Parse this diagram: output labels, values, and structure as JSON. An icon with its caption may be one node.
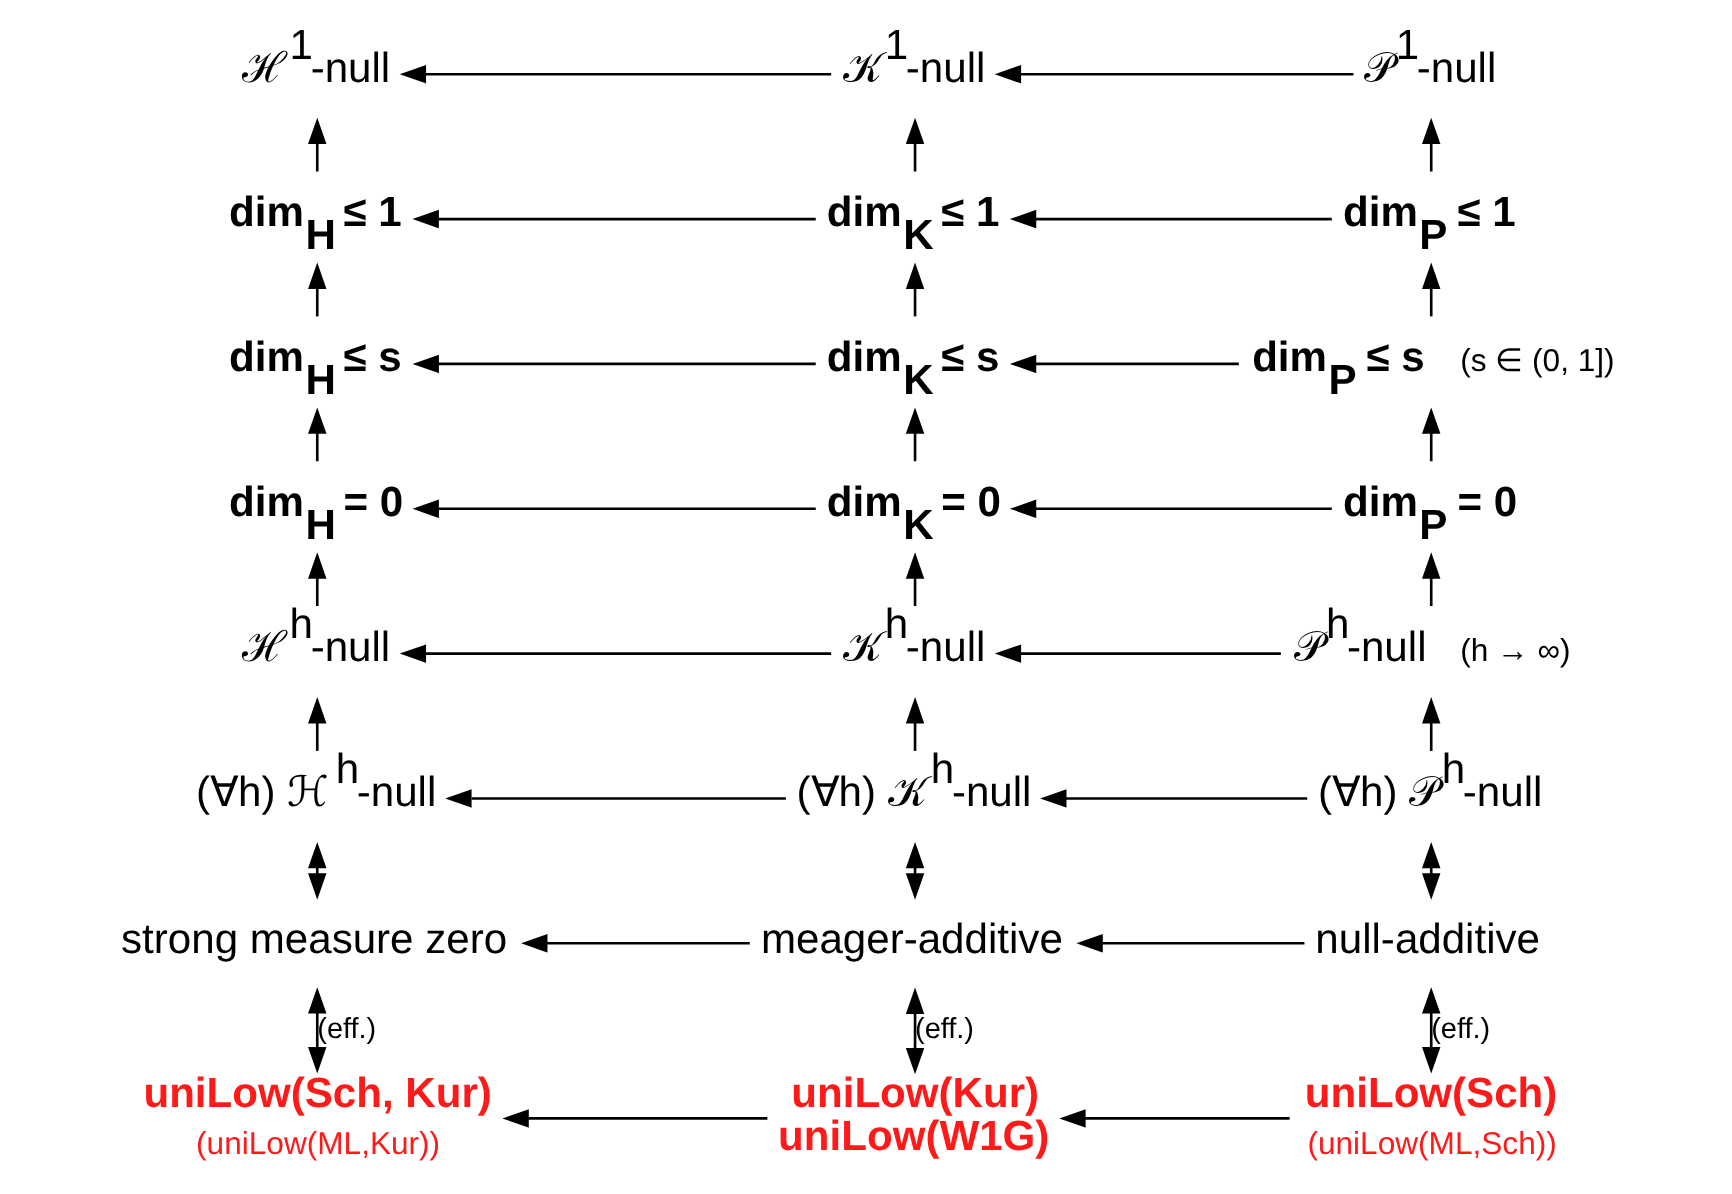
{
  "diagram": {
    "nodes": [
      {
        "text": [
          "ℋ$^{1}$-null"
        ]
      },
      {
        "text": [
          "𝒦$^{1}$-null"
        ]
      },
      {
        "text": [
          "𝒫$^{1}$-null"
        ]
      },
      {
        "text": [
          "dim$_{H}$ ≤ 1"
        ]
      },
      {
        "text": [
          "dim$_{K}$ ≤ 1"
        ]
      },
      {
        "text": [
          "dim$_{P}$ ≤ 1"
        ]
      },
      {
        "text": [
          "dim$_{H}$ ≤ s"
        ]
      },
      {
        "text": [
          "dim$_{K}$ ≤ s"
        ]
      },
      {
        "text": [
          "dim$_{P}$ ≤ s"
        ],
        "beside": [
          "(s ∈ (0, 1])"
        ]
      },
      {
        "text": [
          "dim$_{H}$ = 0"
        ]
      },
      {
        "text": [
          "dim$_{K}$ = 0"
        ]
      },
      {
        "text": [
          "dim$_{P}$ = 0"
        ]
      },
      {
        "text": [
          "ℋ$^{h}$-null"
        ]
      },
      {
        "text": [
          "𝒦$^{h}$-null"
        ]
      },
      {
        "text": [
          "𝒫$^{h}$-null"
        ],
        "beside": [
          "(h → ∞)"
        ]
      },
      {
        "text": [
          "(∀h) ℋ$^{h}$-null"
        ]
      },
      {
        "text": [
          "(∀h) 𝒦$^{h}$-null"
        ]
      },
      {
        "text": [
          "(∀h) 𝒫$^{h}$-null"
        ]
      },
      {
        "text": [
          "strong measure zero"
        ]
      },
      {
        "text": [
          "meager-additive"
        ]
      },
      {
        "text": [
          "null-additive"
        ]
      },
      {
        "text": [
          "uniLow(Sch, Kur)"
        ],
        "beside": [
          "(uniLow(ML,Kur))"
        ]
      },
      {
        "text": [
          "uniLow(Kur)",
          "uniLow(W1G)"
        ]
      },
      {
        "text": [
          "uniLow(Sch)"
        ],
        "beside": [
          "(uniLow(ML,Sch))"
        ]
      }
    ],
    "edges": [
      {
        "from": 1,
        "to": 0,
        "arrow": "to"
      },
      {
        "from": 2,
        "to": 1,
        "arrow": "to"
      },
      {
        "from": 3,
        "to": 0,
        "arrow": "to"
      },
      {
        "from": 4,
        "to": 1,
        "arrow": "to"
      },
      {
        "from": 5,
        "to": 2,
        "arrow": "to"
      },
      {
        "from": 4,
        "to": 3,
        "arrow": "to"
      },
      {
        "from": 5,
        "to": 4,
        "arrow": "to"
      },
      {
        "from": 6,
        "to": 3,
        "arrow": "to"
      },
      {
        "from": 7,
        "to": 4,
        "arrow": "to"
      },
      {
        "from": 8,
        "to": 5,
        "arrow": "to"
      },
      {
        "from": 7,
        "to": 6,
        "arrow": "to"
      },
      {
        "from": 8,
        "to": 7,
        "arrow": "to"
      },
      {
        "from": 9,
        "to": 6,
        "arrow": "to"
      },
      {
        "from": 10,
        "to": 7,
        "arrow": "to"
      },
      {
        "from": 11,
        "to": 8,
        "arrow": "to"
      },
      {
        "from": 10,
        "to": 9,
        "arrow": "to"
      },
      {
        "from": 11,
        "to": 10,
        "arrow": "to"
      },
      {
        "from": 12,
        "to": 9,
        "arrow": "to"
      },
      {
        "from": 13,
        "to": 10,
        "arrow": "to"
      },
      {
        "from": 14,
        "to": 11,
        "arrow": "to"
      },
      {
        "from": 13,
        "to": 12,
        "arrow": "to"
      },
      {
        "from": 14,
        "to": 13,
        "arrow": "to"
      },
      {
        "from": 15,
        "to": 12,
        "arrow": "to"
      },
      {
        "from": 16,
        "to": 13,
        "arrow": "to"
      },
      {
        "from": 17,
        "to": 14,
        "arrow": "to"
      },
      {
        "from": 16,
        "to": 15,
        "arrow": "to"
      },
      {
        "from": 17,
        "to": 16,
        "arrow": "to"
      },
      {
        "from": 18,
        "to": 15,
        "arrow": "both"
      },
      {
        "from": 19,
        "to": 16,
        "arrow": "both"
      },
      {
        "from": 20,
        "to": 17,
        "arrow": "both"
      },
      {
        "from": 19,
        "to": 18,
        "arrow": "to"
      },
      {
        "from": 20,
        "to": 19,
        "arrow": "to"
      },
      {
        "from": 21,
        "to": 18,
        "arrow": "both",
        "label": "(eff.)"
      },
      {
        "from": 22,
        "to": 19,
        "arrow": "both",
        "label": "(eff.)"
      },
      {
        "from": 23,
        "to": 20,
        "arrow": "both",
        "label": "(eff.)"
      },
      {
        "from": 22,
        "to": 21,
        "arrow": "to"
      },
      {
        "from": 23,
        "to": 22,
        "arrow": "to"
      }
    ]
  }
}
